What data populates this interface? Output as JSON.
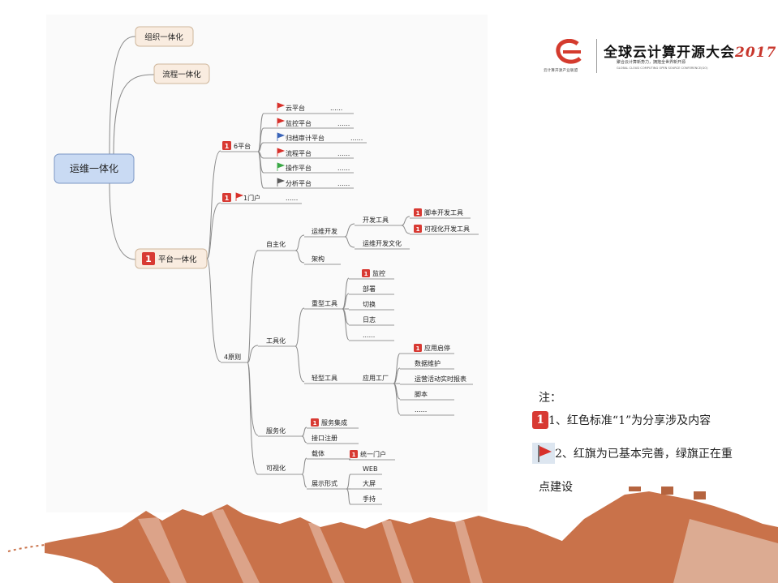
{
  "root": "运维一体化",
  "branch_org": "组织一体化",
  "branch_flow": "流程一体化",
  "branch_platform": "平台一体化",
  "six_platform": "6平台",
  "portal": "1门户",
  "portal_dots": "......",
  "platforms": [
    "云平台",
    "监控平台",
    "归档审计平台",
    "流程平台",
    "操作平台",
    "分析平台"
  ],
  "platform_dots": "......",
  "four_principles": "4原则",
  "autonomy": "自主化",
  "ops_dev": "运维开发",
  "dev_tools": "开发工具",
  "script_dev_tool": "脚本开发工具",
  "visual_dev_tool": "可视化开发工具",
  "ops_dev_culture": "运维开发文化",
  "architecture": "架构",
  "tooling": "工具化",
  "heavy_tools": "重型工具",
  "heavy_items": [
    "监控",
    "部署",
    "切换",
    "日志",
    "......"
  ],
  "light_tools": "轻型工具",
  "app_factory": "应用工厂",
  "light_items": [
    "应用启停",
    "数据维护",
    "运营活动实时报表",
    "脚本",
    "......"
  ],
  "service": "服务化",
  "service_items": [
    "服务集成",
    "接口注册"
  ],
  "visual": "可视化",
  "carrier": "载体",
  "unified_portal": "统一门户",
  "display_form": "展示形式",
  "display_items": [
    "WEB",
    "大屏",
    "手持"
  ],
  "badge_num": "1",
  "logo": {
    "title": "全球云计算开源大会",
    "year": "2017",
    "line2": "聚合云计算新势力，拥抱全世界新开源",
    "line3": "GLOBAL CLOUD COMPUTING OPEN SOURCE CONFERENCE(GO)",
    "sub": "云计算开源产业联盟"
  },
  "note": {
    "heading": "注：",
    "item1": "1、红色标准“1”为分享涉及内容",
    "item2a": "2、红旗为已基本完善，绿旗正在重",
    "item2b": "点建设"
  },
  "colors": {
    "badge": "#d83a33",
    "flag_red": "#d8302a",
    "flag_green": "#3aa845",
    "flag_blue": "#3a64b8",
    "root_fill": "#c9daf3",
    "branch_fill": "#f9ece0",
    "mountain": "#c9724a"
  }
}
